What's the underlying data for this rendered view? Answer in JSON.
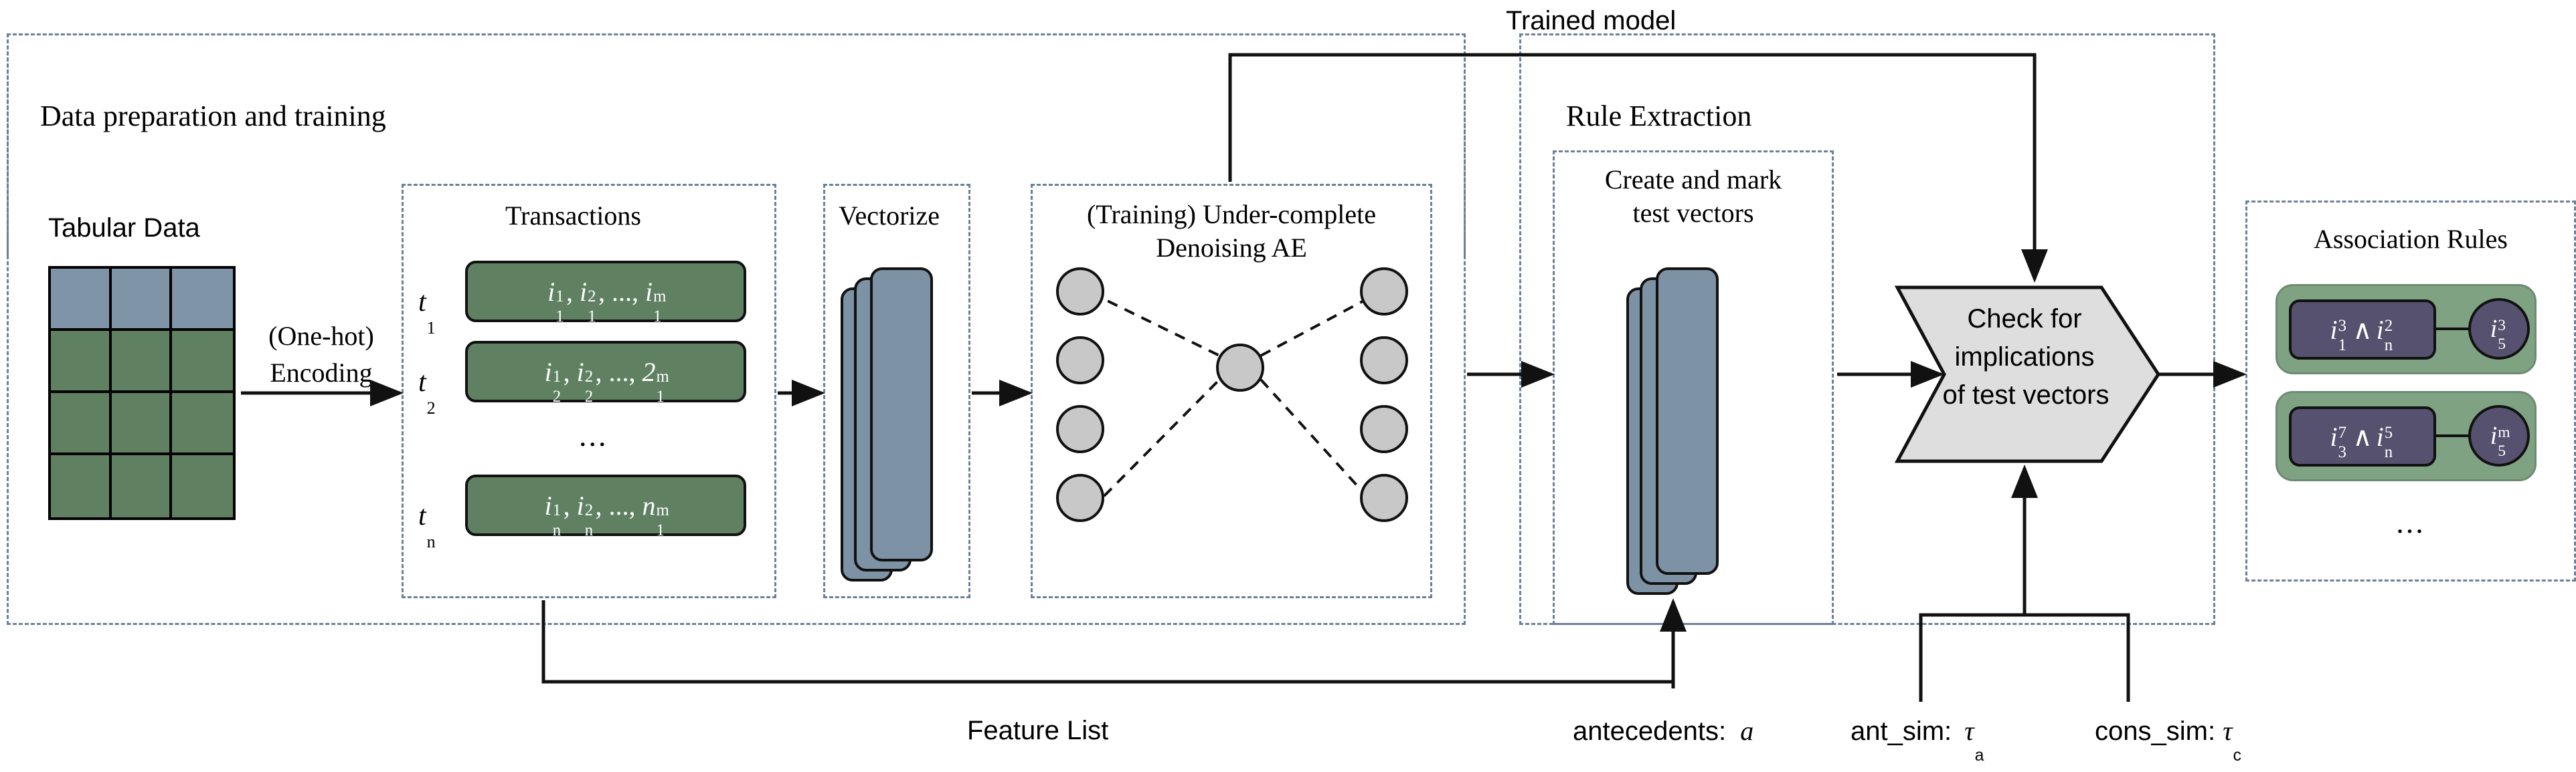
{
  "diagram": {
    "title_top_edge": "Trained model",
    "feature_list_label": "Feature List",
    "sections": {
      "data_prep": {
        "title": "Data preparation and training"
      },
      "rule_extraction": {
        "title": "Rule Extraction"
      }
    },
    "blocks": {
      "tabular": {
        "title": "Tabular Data",
        "rows": 4,
        "cols": 3,
        "header_rows": 1
      },
      "encoding": {
        "line1": "(One-hot)",
        "line2": "Encoding"
      },
      "transactions": {
        "title": "Transactions",
        "rows": [
          {
            "label": "t",
            "label_sub": "1",
            "items": [
              {
                "base": "i",
                "sup": "1",
                "sub": "1"
              },
              {
                "base": "i",
                "sup": "2",
                "sub": "1"
              },
              {
                "base": "i",
                "sup": "m",
                "sub": "1"
              }
            ]
          },
          {
            "label": "t",
            "label_sub": "2",
            "items": [
              {
                "base": "i",
                "sup": "1",
                "sub": "2"
              },
              {
                "base": "i",
                "sup": "2",
                "sub": "2"
              },
              {
                "base": "2",
                "sup": "m",
                "sub": "1"
              }
            ]
          },
          {
            "label": "t",
            "label_sub": "n",
            "items": [
              {
                "base": "i",
                "sup": "1",
                "sub": "n"
              },
              {
                "base": "i",
                "sup": "2",
                "sub": "n"
              },
              {
                "base": "n",
                "sup": "m",
                "sub": "1"
              }
            ]
          }
        ],
        "ellipsis": "..."
      },
      "vectorize": {
        "title": "Vectorize",
        "card_count": 3
      },
      "autoencoder": {
        "title_line1": "(Training) Under-complete",
        "title_line2": "Denoising AE",
        "input_nodes": 4,
        "bottleneck_nodes": 1,
        "output_nodes": 4
      },
      "test_vectors": {
        "title_line1": "Create and mark",
        "title_line2": "test vectors",
        "card_count": 3
      },
      "check": {
        "line1": "Check for",
        "line2": "implications",
        "line3": "of test vectors"
      },
      "association_rules": {
        "title": "Association Rules",
        "rules": [
          {
            "antecedent": [
              {
                "base": "i",
                "sup": "3",
                "sub": "1"
              },
              {
                "op": "∧"
              },
              {
                "base": "i",
                "sup": "2",
                "sub": "n"
              }
            ],
            "consequent": {
              "base": "i",
              "sup": "3",
              "sub": "5"
            }
          },
          {
            "antecedent": [
              {
                "base": "i",
                "sup": "7",
                "sub": "3"
              },
              {
                "op": "∧"
              },
              {
                "base": "i",
                "sup": "5",
                "sub": "n"
              }
            ],
            "consequent": {
              "base": "i",
              "sup": "m",
              "sub": "5"
            }
          }
        ],
        "ellipsis": "..."
      }
    },
    "parameters": [
      {
        "name": "antecedents:",
        "symbol": "a"
      },
      {
        "name": "ant_sim:",
        "symbol": "τ",
        "symbol_sub": "a"
      },
      {
        "name": "cons_sim:",
        "symbol": "τ",
        "symbol_sub": "c"
      }
    ],
    "colors": {
      "green": "#5f8162",
      "green_light": "#7fa382",
      "blue_gray": "#7e92a5",
      "header_gray": "#8094a8",
      "purple": "#56516e",
      "node_gray": "#c8c8c8",
      "hex_gray": "#dedede",
      "dash_blue": "#6d7f99",
      "stroke": "#111111"
    }
  }
}
